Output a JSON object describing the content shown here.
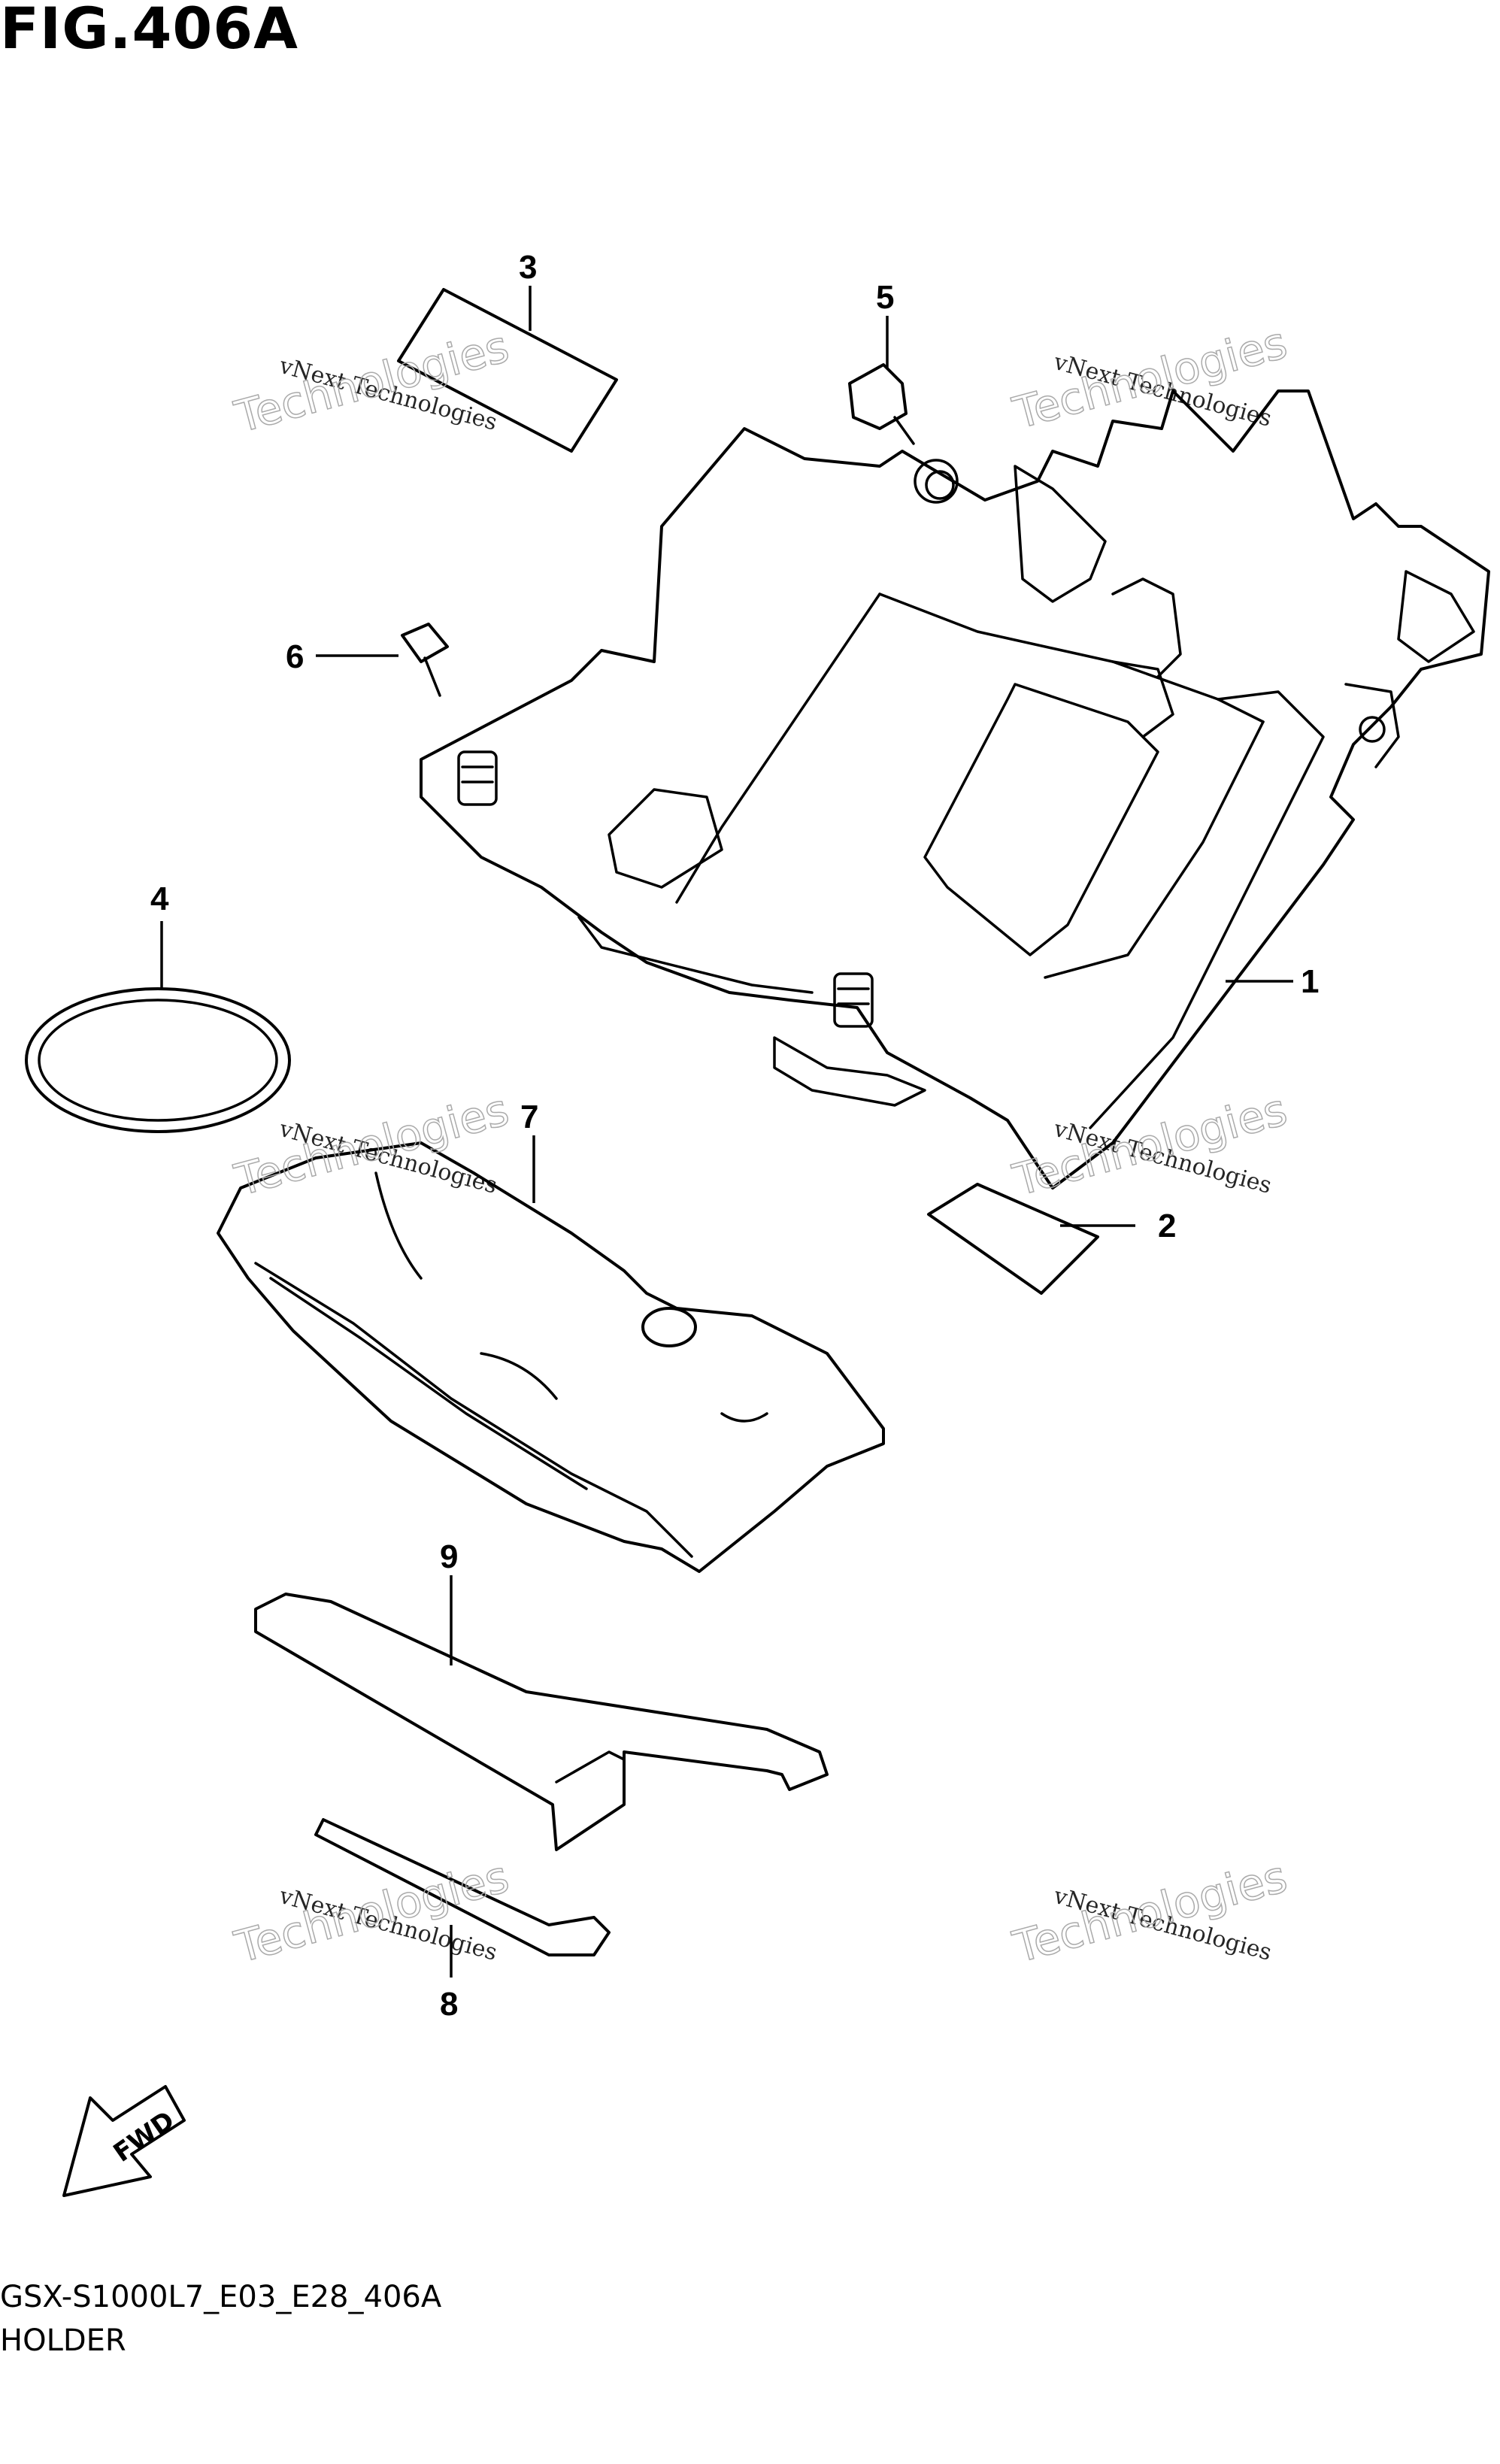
{
  "figure": {
    "title": "FIG.406A",
    "code": "GSX-S1000L7_E03_E28_406A",
    "name": "HOLDER"
  },
  "callouts": [
    "1",
    "2",
    "3",
    "4",
    "5",
    "6",
    "7",
    "8",
    "9"
  ],
  "watermark": {
    "line1": "vNext Technologies",
    "line2": "Technologies",
    "line3": "vNext"
  },
  "fwd_label": "FWD"
}
